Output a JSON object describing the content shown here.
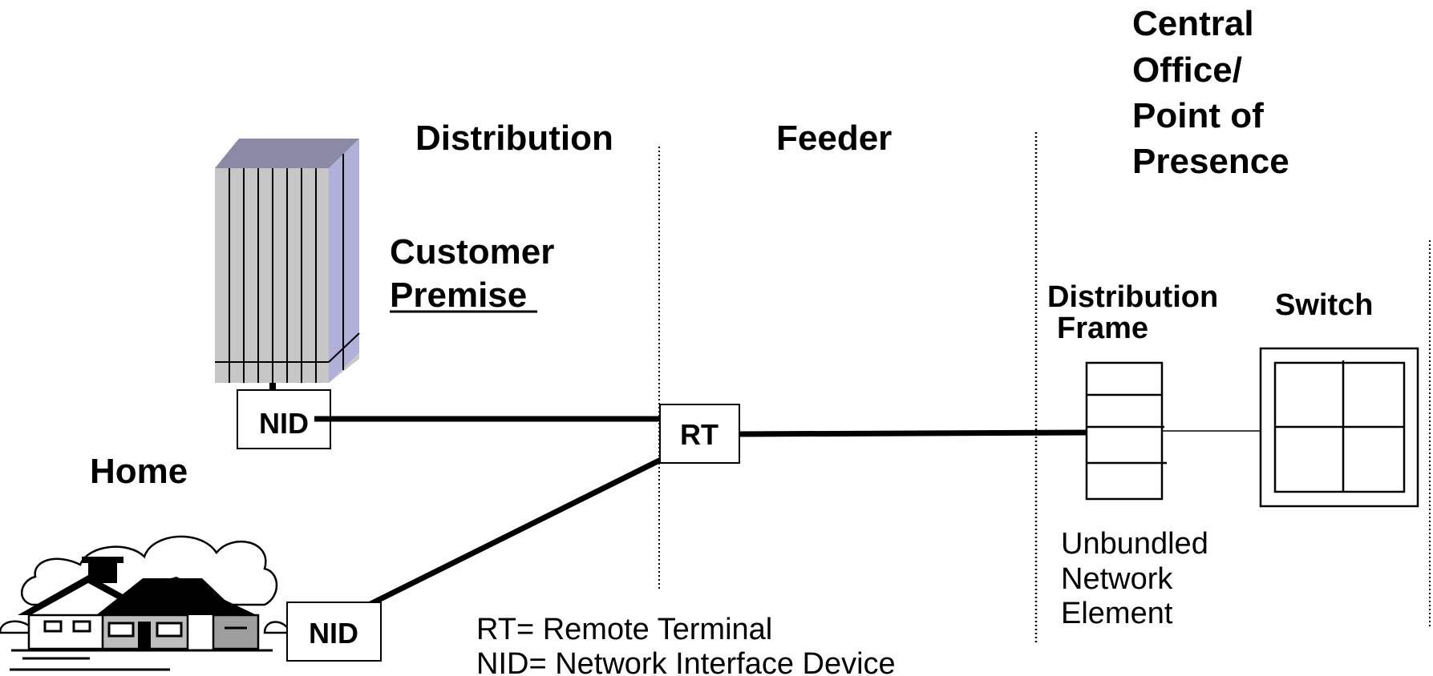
{
  "headers": {
    "distribution": "Distribution",
    "feeder": "Feeder",
    "central_office_lines": [
      "Central",
      "Office/",
      "Point of",
      "Presence"
    ]
  },
  "customer_premise": {
    "line1": "Customer",
    "line2": "Premise"
  },
  "home_label": "Home",
  "nodes": {
    "nid_building": "NID",
    "nid_home": "NID",
    "rt": "RT",
    "distribution_frame_lines": [
      "Distribution",
      "Frame"
    ],
    "switch": "Switch"
  },
  "unbundled_lines": [
    "Unbundled",
    "Network",
    "Element"
  ],
  "legend": [
    "RT= Remote Terminal",
    "NID= Network Interface Device"
  ]
}
